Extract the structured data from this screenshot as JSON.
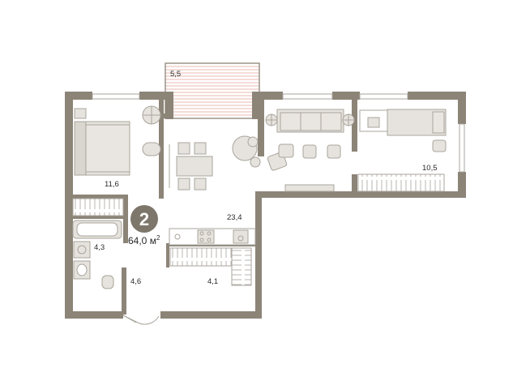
{
  "apartment": {
    "rooms_badge": "2",
    "total_area": "64,0 м",
    "total_area_sup": "2"
  },
  "rooms": [
    {
      "id": "balcony",
      "area": "5,5"
    },
    {
      "id": "bedroom",
      "area": "11,6"
    },
    {
      "id": "kitchen-living",
      "area": "23,4"
    },
    {
      "id": "room-2",
      "area": "10,5"
    },
    {
      "id": "bathroom",
      "area": "4,3"
    },
    {
      "id": "wc",
      "area": "4,6"
    },
    {
      "id": "hall",
      "area": "4,1"
    }
  ],
  "colors": {
    "wall": "#8c8477",
    "furniture": "#e6e3de",
    "furniture_stroke": "#a9a49c",
    "balcony_hatch": "#e8b6ac",
    "badge": "#7d766b",
    "window": "#c9c5be"
  }
}
